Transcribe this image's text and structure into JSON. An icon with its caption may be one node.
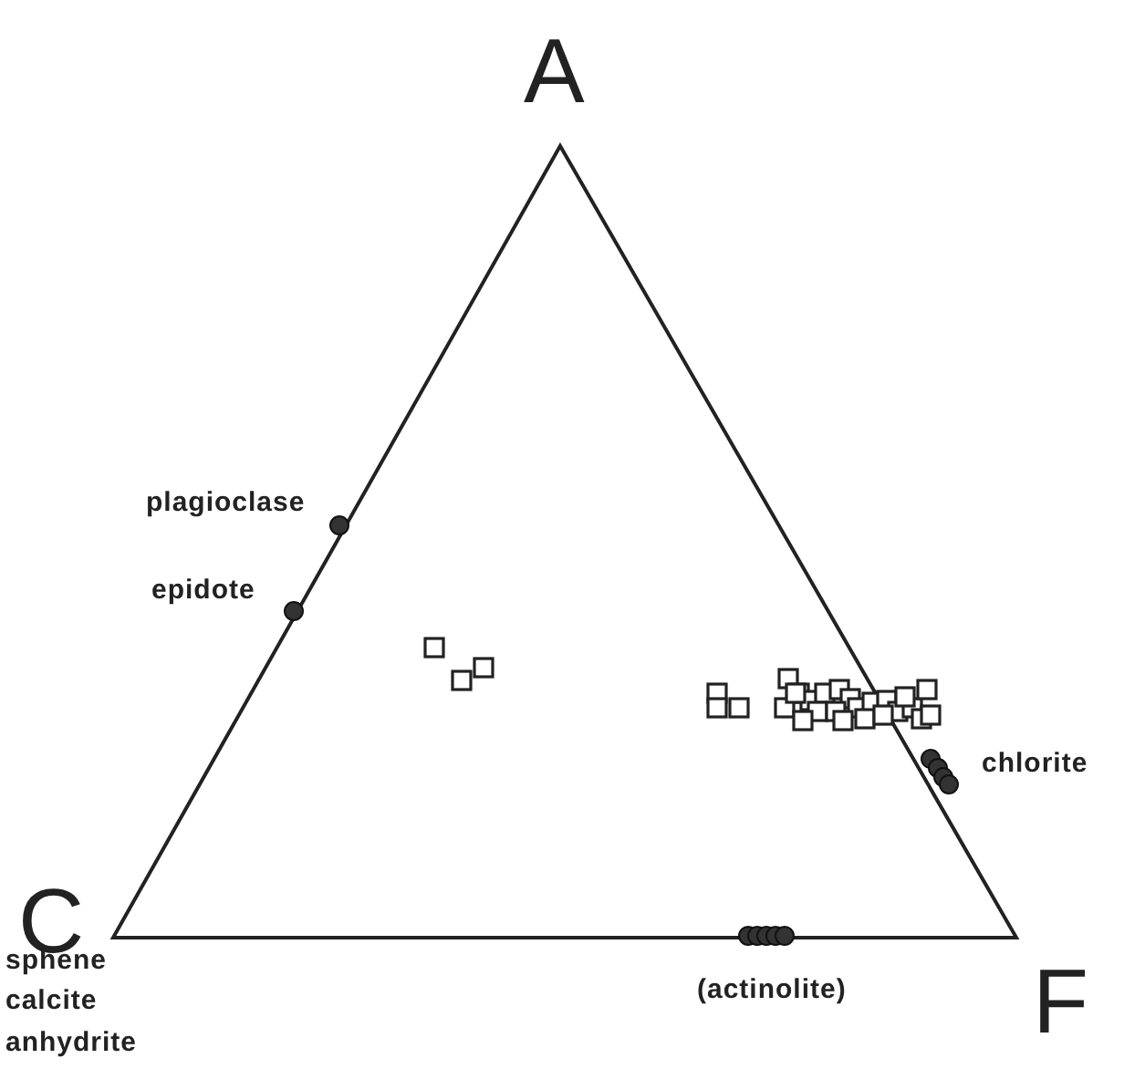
{
  "diagram": {
    "labels": [
      "A",
      "plagioclase",
      "epidote",
      "chlorite",
      "C",
      "sphene",
      "calcite",
      "anhydrite",
      "(actinolite)",
      "F"
    ]
  }
}
